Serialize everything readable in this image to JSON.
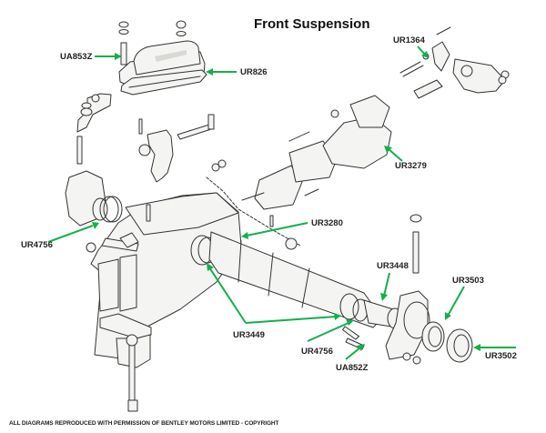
{
  "title": "Front Suspension",
  "footer": "ALL DIAGRAMS REPRODUCED WITH PERMISSION OF BENTLEY MOTORS LIMITED - COPYRIGHT",
  "arrow_color": "#12b04a",
  "callouts": [
    {
      "id": "UA853Z",
      "label": "UA853Z"
    },
    {
      "id": "UR826",
      "label": "UR826"
    },
    {
      "id": "UR1364",
      "label": "UR1364"
    },
    {
      "id": "UR3279",
      "label": "UR3279"
    },
    {
      "id": "UR3280",
      "label": "UR3280"
    },
    {
      "id": "UR4756-left",
      "label": "UR4756"
    },
    {
      "id": "UR3448",
      "label": "UR3448"
    },
    {
      "id": "UR3503",
      "label": "UR3503"
    },
    {
      "id": "UR3449",
      "label": "UR3449"
    },
    {
      "id": "UR4756-right",
      "label": "UR4756"
    },
    {
      "id": "UA852Z",
      "label": "UA852Z"
    },
    {
      "id": "UR3502",
      "label": "UR3502"
    }
  ]
}
